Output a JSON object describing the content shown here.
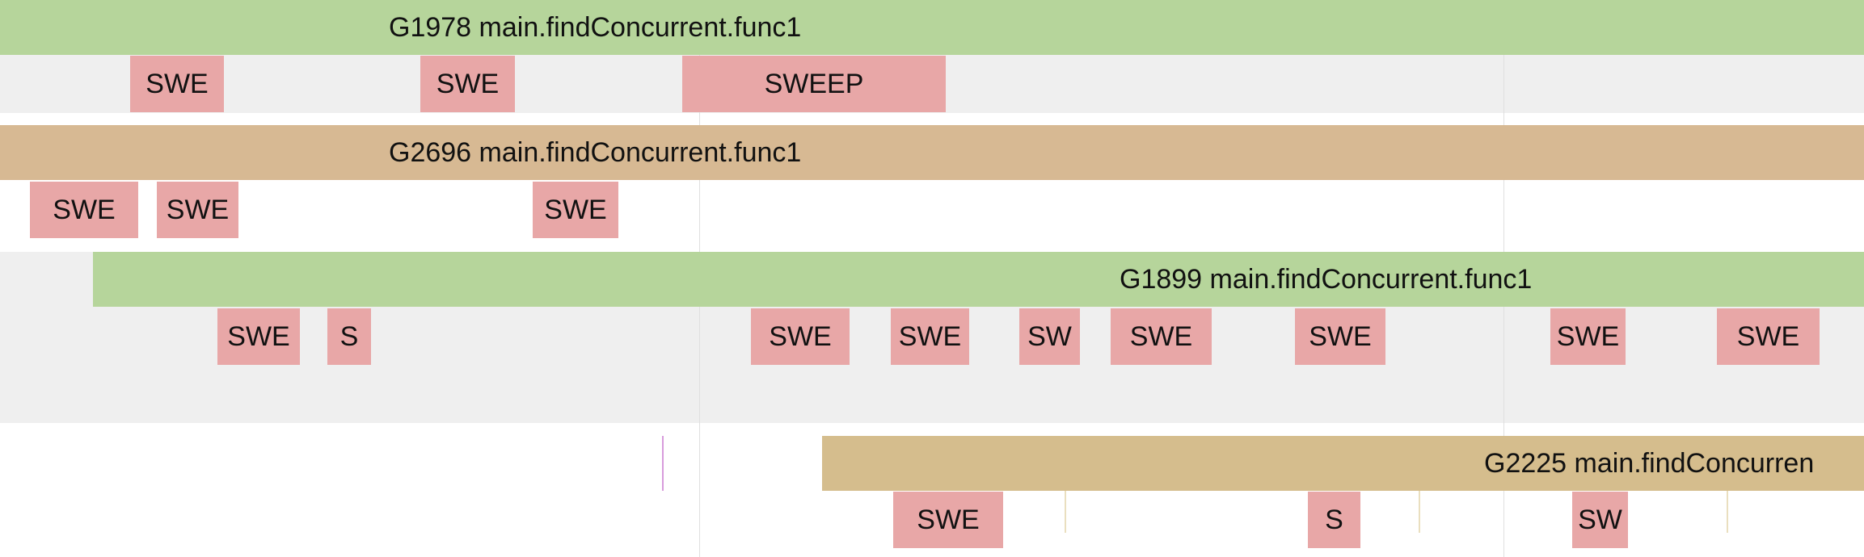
{
  "goroutines": [
    {
      "label": "G1978 main.findConcurrent.func1",
      "color": "#b6d59b"
    },
    {
      "label": "G2696 main.findConcurrent.func1",
      "color": "#d7b993"
    },
    {
      "label": "G1899 main.findConcurrent.func1",
      "color": "#b6d59b"
    },
    {
      "label": "G2225 main.findConcurren",
      "color": "#d5bd8d"
    }
  ],
  "sweeps": {
    "g1978": [
      "SWE",
      "SWE",
      "SWEEP"
    ],
    "g2696": [
      "SWE",
      "SWE",
      "SWE"
    ],
    "g1899": [
      "SWE",
      "S",
      "SWE",
      "SWE",
      "SW",
      "SWE",
      "SWE",
      "SWE",
      "SWE"
    ],
    "g2225": [
      "SWE",
      "S",
      "SW"
    ]
  },
  "colors": {
    "background": "#ffffff",
    "row_background": "#efefef",
    "sweep": "#e8a7a7",
    "gridline": "#dfdfdf",
    "marker": "#d89bdc"
  }
}
